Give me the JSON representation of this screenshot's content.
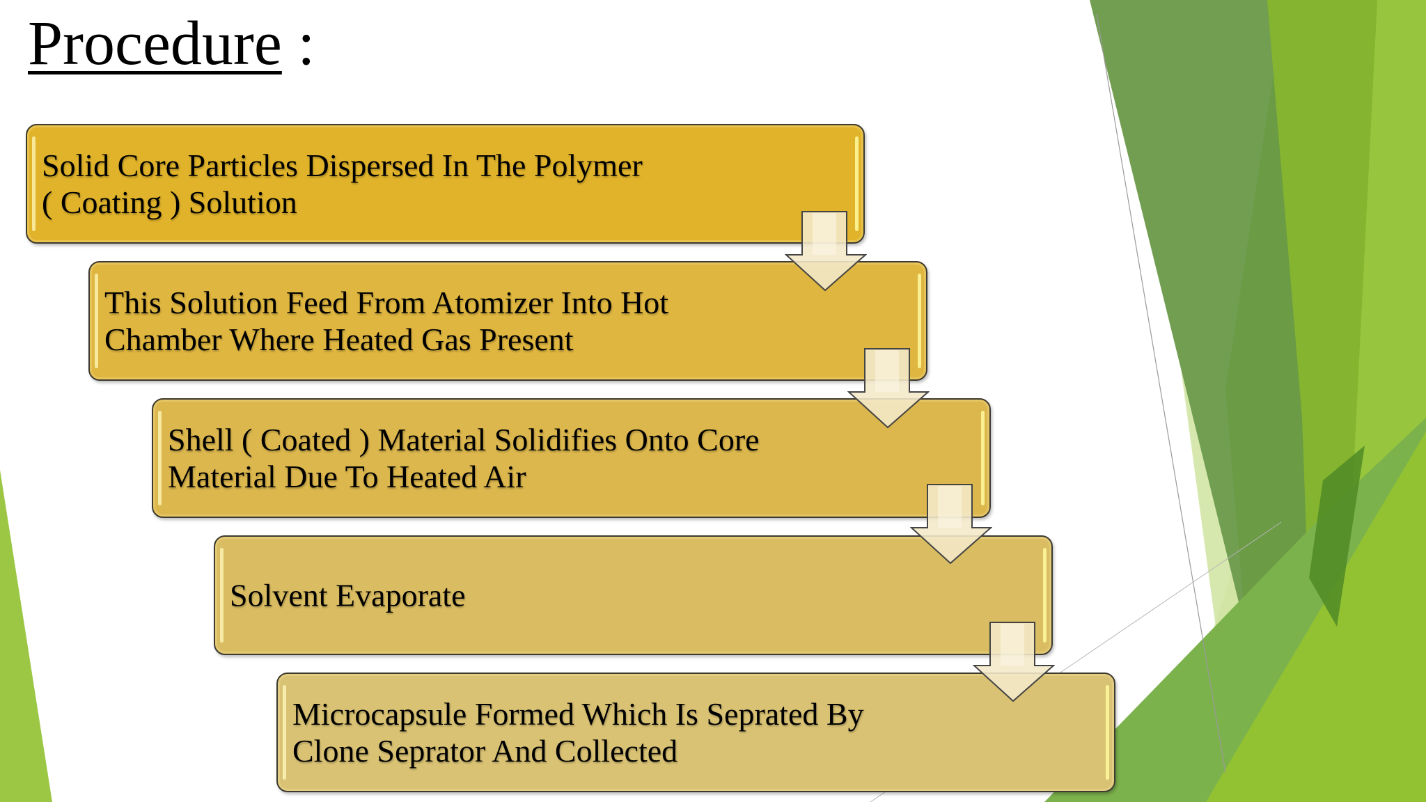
{
  "slide": {
    "title": "Procedure",
    "title_suffix": " :",
    "theme_colors": {
      "background": "#ffffff",
      "accent_green_dark": "#6a9a44",
      "accent_green_mid": "#7fb34a",
      "accent_green_light": "#94c43a",
      "accent_green_pale": "#d3e6a4"
    }
  },
  "flow": {
    "steps": [
      {
        "line1": "Solid Core Particles Dispersed In The Polymer",
        "line2": "( Coating ) Solution",
        "color": "#e0b32b"
      },
      {
        "line1": "This Solution Feed From Atomizer Into Hot",
        "line2": "Chamber Where Heated Gas Present",
        "color": "#dfb640"
      },
      {
        "line1": "Shell ( Coated ) Material Solidifies Onto Core",
        "line2": "Material Due To Heated Air",
        "color": "#dcb74d"
      },
      {
        "line1": "Solvent Evaporate",
        "line2": "",
        "color": "#dabd62"
      },
      {
        "line1": "Microcapsule Formed Which Is Seprated By",
        "line2": "Clone Seprator And Collected",
        "color": "#d9c274"
      }
    ],
    "connector_icon": "down-arrow-icon",
    "connector_color": "#f4e9c9"
  }
}
